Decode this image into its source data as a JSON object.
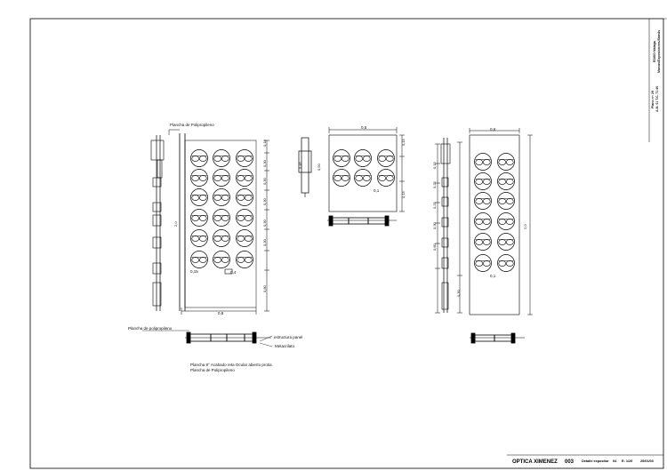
{
  "plan": {
    "left": {
      "top_label": "Plancha de Polipropileno",
      "bottom_label": "Plancha de polipropileno",
      "height_dim": "2,0",
      "width_dim": "0,8",
      "row_dims": [
        "0,18",
        "0,30",
        "0,30",
        "0,30",
        "0,30",
        "0,30"
      ],
      "lower_dim": "0,80",
      "left_dim": "0,15",
      "slot_dim": "0,4",
      "legend_estructura": "estructura panel",
      "legend_metacrilato": "Metacrilato",
      "note_line1": "Plancha 8° Acabado reta  Ocular abierto protia",
      "note_line2": "Plancha de Polipropileno"
    },
    "middle": {
      "width_dim": "0,5",
      "height_dim": "0,45",
      "side_dim": "0,50",
      "top_right_dim": "0,15",
      "inner_dim": "0,1",
      "bottom_dim": "0,15"
    },
    "right": {
      "width_dim": "0,6",
      "height_dim": "2,0",
      "inner_dim": "0,1",
      "side_dims": [
        "0,15",
        "0,25",
        "0,25",
        "0,30",
        "0,80",
        "0,30"
      ]
    }
  },
  "title_block": {
    "vertical_1": "EDISO Málaga",
    "vertical_2": "Marcas/Exposiciones/Stands",
    "vertical_3": "Plano nº: 29",
    "vertical_4": "A.M. 01 T.C. 71 40",
    "company": "OPTICA XIMENEZ",
    "code": "003",
    "description": "Detalle expositor",
    "item": "04",
    "scale": "E: 1/20",
    "date": "20/01/03"
  }
}
